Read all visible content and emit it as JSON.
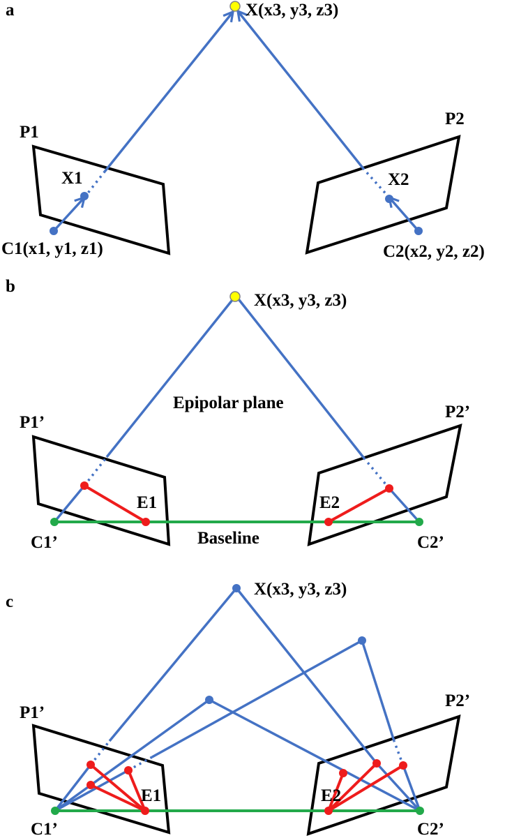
{
  "panels": {
    "a": {
      "label": "a",
      "point_x": "X(x3, y3, z3)",
      "plane1": "P1",
      "plane2": "P2",
      "proj1": "X1",
      "proj2": "X2",
      "cam1": "C1(x1, y1, z1)",
      "cam2": "C2(x2, y2, z2)"
    },
    "b": {
      "label": "b",
      "point_x": "X(x3, y3, z3)",
      "plane1": "P1’",
      "plane2": "P2’",
      "epipolar_plane": "Epipolar plane",
      "epipole1": "E1",
      "epipole2": "E2",
      "baseline": "Baseline",
      "cam1": "C1’",
      "cam2": "C2’"
    },
    "c": {
      "label": "c",
      "point_x": "X(x3, y3, z3)",
      "plane1": "P1’",
      "plane2": "P2’",
      "epipole1": "E1",
      "epipole2": "E2",
      "cam1": "C1’",
      "cam2": "C2’"
    }
  },
  "colors": {
    "ray": "#4472C4",
    "epipolar_line": "#EE1C1C",
    "baseline": "#22A94A",
    "scene_point_fill": "#FFFF00",
    "plane_outline": "#000000"
  }
}
